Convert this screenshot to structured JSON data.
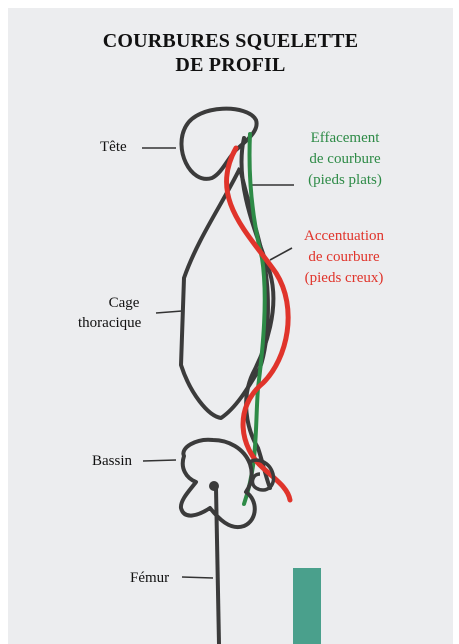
{
  "title": {
    "line1": "COURBURES SQUELETTE",
    "line2": "DE PROFIL"
  },
  "labels": {
    "head": "Tête",
    "ribcage_line1": "Cage",
    "ribcage_line2": "thoracique",
    "pelvis": "Bassin",
    "femur": "Fémur"
  },
  "legend": {
    "flattening": [
      "Effacement",
      "de courbure",
      "(pieds plats)"
    ],
    "accentuation": [
      "Accentuation",
      "de courbure",
      "(pieds creux)"
    ]
  },
  "colors": {
    "paper": "#ecedef",
    "ink": "#3b3b3b",
    "green": "#2e8b47",
    "red": "#e0342b",
    "teal_tab": "#4aa08c"
  }
}
